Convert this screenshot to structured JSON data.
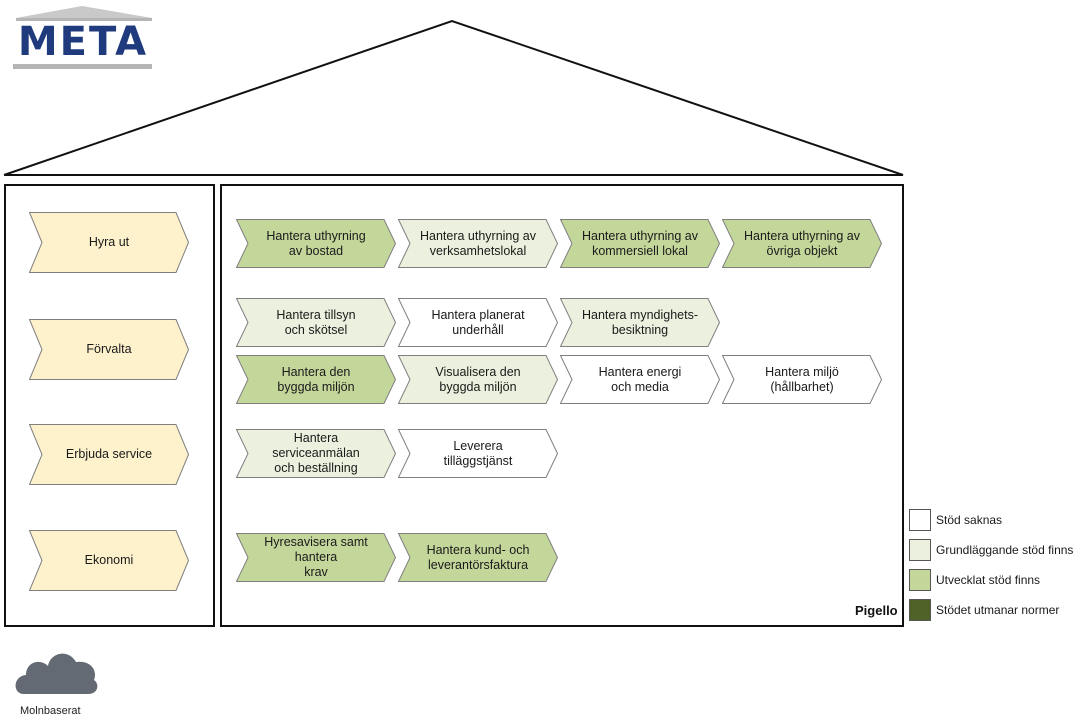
{
  "logo": {
    "text": "META"
  },
  "colors": {
    "none": "#ffffff",
    "basic": "#ebf1de",
    "developed": "#c4d79b",
    "challenges": "#4f6228",
    "side": "#fef2cc",
    "stroke": "#7f7f7f"
  },
  "side_processes": [
    {
      "label": "Hyra ut"
    },
    {
      "label": "Förvalta"
    },
    {
      "label": "Erbjuda service"
    },
    {
      "label": "Ekonomi"
    }
  ],
  "process_rows": [
    [
      {
        "label": "Hantera uthyrning\nav bostad",
        "level": "developed"
      },
      {
        "label": "Hantera uthyrning av\nverksamhetslokal",
        "level": "basic"
      },
      {
        "label": "Hantera uthyrning av\nkommersiell lokal",
        "level": "developed"
      },
      {
        "label": "Hantera uthyrning av\növriga objekt",
        "level": "developed"
      }
    ],
    [
      {
        "label": "Hantera tillsyn\noch skötsel",
        "level": "basic"
      },
      {
        "label": "Hantera planerat\nunderhåll",
        "level": "none"
      },
      {
        "label": "Hantera myndighets-\nbesiktning",
        "level": "basic"
      }
    ],
    [
      {
        "label": "Hantera den\nbyggda miljön",
        "level": "developed"
      },
      {
        "label": "Visualisera den\nbyggda miljön",
        "level": "basic"
      },
      {
        "label": "Hantera energi\noch media",
        "level": "none"
      },
      {
        "label": "Hantera miljö\n(hållbarhet)",
        "level": "none"
      }
    ],
    [
      {
        "label": "Hantera serviceanmälan\noch beställning",
        "level": "basic"
      },
      {
        "label": "Leverera\ntilläggstjänst",
        "level": "none"
      }
    ],
    [
      {
        "label": "Hyresavisera samt hantera\nkrav",
        "level": "developed"
      },
      {
        "label": "Hantera kund- och\nleverantörsfaktura",
        "level": "developed"
      }
    ]
  ],
  "system_label": "Pigello",
  "legend": [
    {
      "level": "none",
      "label": "Stöd saknas"
    },
    {
      "level": "basic",
      "label": "Grundläggande stöd finns"
    },
    {
      "level": "developed",
      "label": "Utvecklat stöd finns"
    },
    {
      "level": "challenges",
      "label": "Stödet utmanar normer"
    }
  ],
  "cloud": {
    "label": "Molnbaserat",
    "icon": "cloud-icon"
  }
}
